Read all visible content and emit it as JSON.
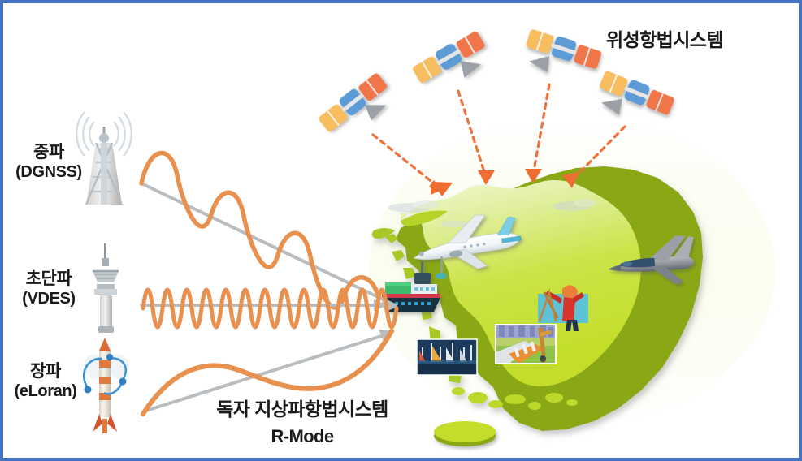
{
  "figure": {
    "background_color": "#ffffff",
    "border_color": "#4472c4",
    "accent_orange": "#ec8b44",
    "arrow_gray": "#b3b3b3",
    "map_green": "#c3dd29",
    "satellite_title": "위성항법시스템",
    "ground_title_line1": "독자 지상파항법시스템",
    "ground_title_line2": "R-Mode"
  },
  "sources": [
    {
      "id": "dgnss",
      "label_ko": "중파",
      "label_en": "(DGNSS)",
      "icon": "radio-tower-icon",
      "wave": "medium-frequency-sine"
    },
    {
      "id": "vdes",
      "label_ko": "초단파",
      "label_en": "(VDES)",
      "icon": "vhf-tower-icon",
      "wave": "very-high-frequency-sine"
    },
    {
      "id": "eloran",
      "label_ko": "장파",
      "label_en": "(eLoran)",
      "icon": "eloran-mast-icon",
      "wave": "low-frequency-sine"
    }
  ],
  "satellites": [
    {
      "id": "sat-1",
      "label": "satellite-icon"
    },
    {
      "id": "sat-2",
      "label": "satellite-icon"
    },
    {
      "id": "sat-3",
      "label": "satellite-icon"
    },
    {
      "id": "sat-4",
      "label": "satellite-icon"
    }
  ],
  "map": {
    "name": "korean-peninsula-map",
    "color": "#c3dd29",
    "side_color": "#8aa816",
    "island_name": "jeju-island"
  },
  "map_overlays": [
    {
      "id": "airliner",
      "name": "airplane-icon"
    },
    {
      "id": "cargo-ship",
      "name": "cargo-ship-icon"
    },
    {
      "id": "fighter-jet",
      "name": "fighter-jet-icon"
    },
    {
      "id": "surveyor-photo",
      "name": "surveyor-photo"
    },
    {
      "id": "construction-photo",
      "name": "construction-site-photo"
    },
    {
      "id": "harbor-photo",
      "name": "harbor-marina-photo"
    }
  ]
}
